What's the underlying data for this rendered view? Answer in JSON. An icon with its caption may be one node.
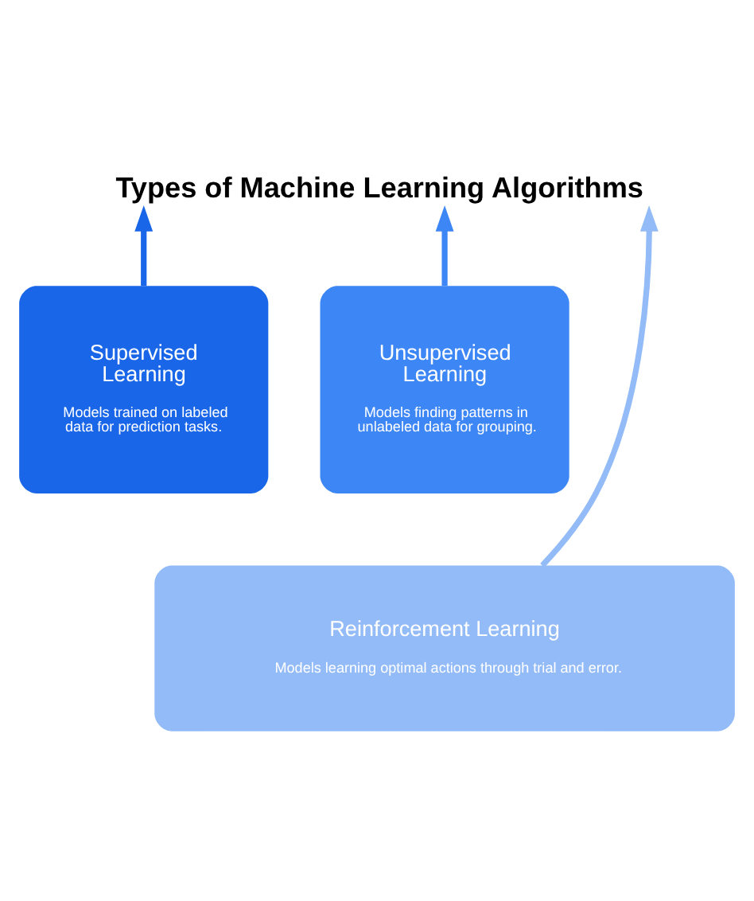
{
  "diagram": {
    "title": "Types of Machine Learning Algorithms",
    "nodes": [
      {
        "text": [
          "Supervised Learning",
          "Models trained on labeled data for prediction tasks."
        ]
      },
      {
        "text": [
          "Unsupervised Learning",
          "Models finding patterns in unlabeled data for grouping."
        ]
      },
      {
        "text": [
          "Reinforcement Learning",
          "Models learning optimal actions through trial and error."
        ]
      }
    ],
    "edges": [
      {
        "from": 0,
        "to": null,
        "arrow": "to",
        "color": "#1a66e8"
      },
      {
        "from": 2,
        "to": null,
        "arrow": "to",
        "color": "#93bbf7"
      },
      {
        "from": 1,
        "to": null,
        "arrow": "to",
        "color": "#3d86f5"
      }
    ]
  }
}
